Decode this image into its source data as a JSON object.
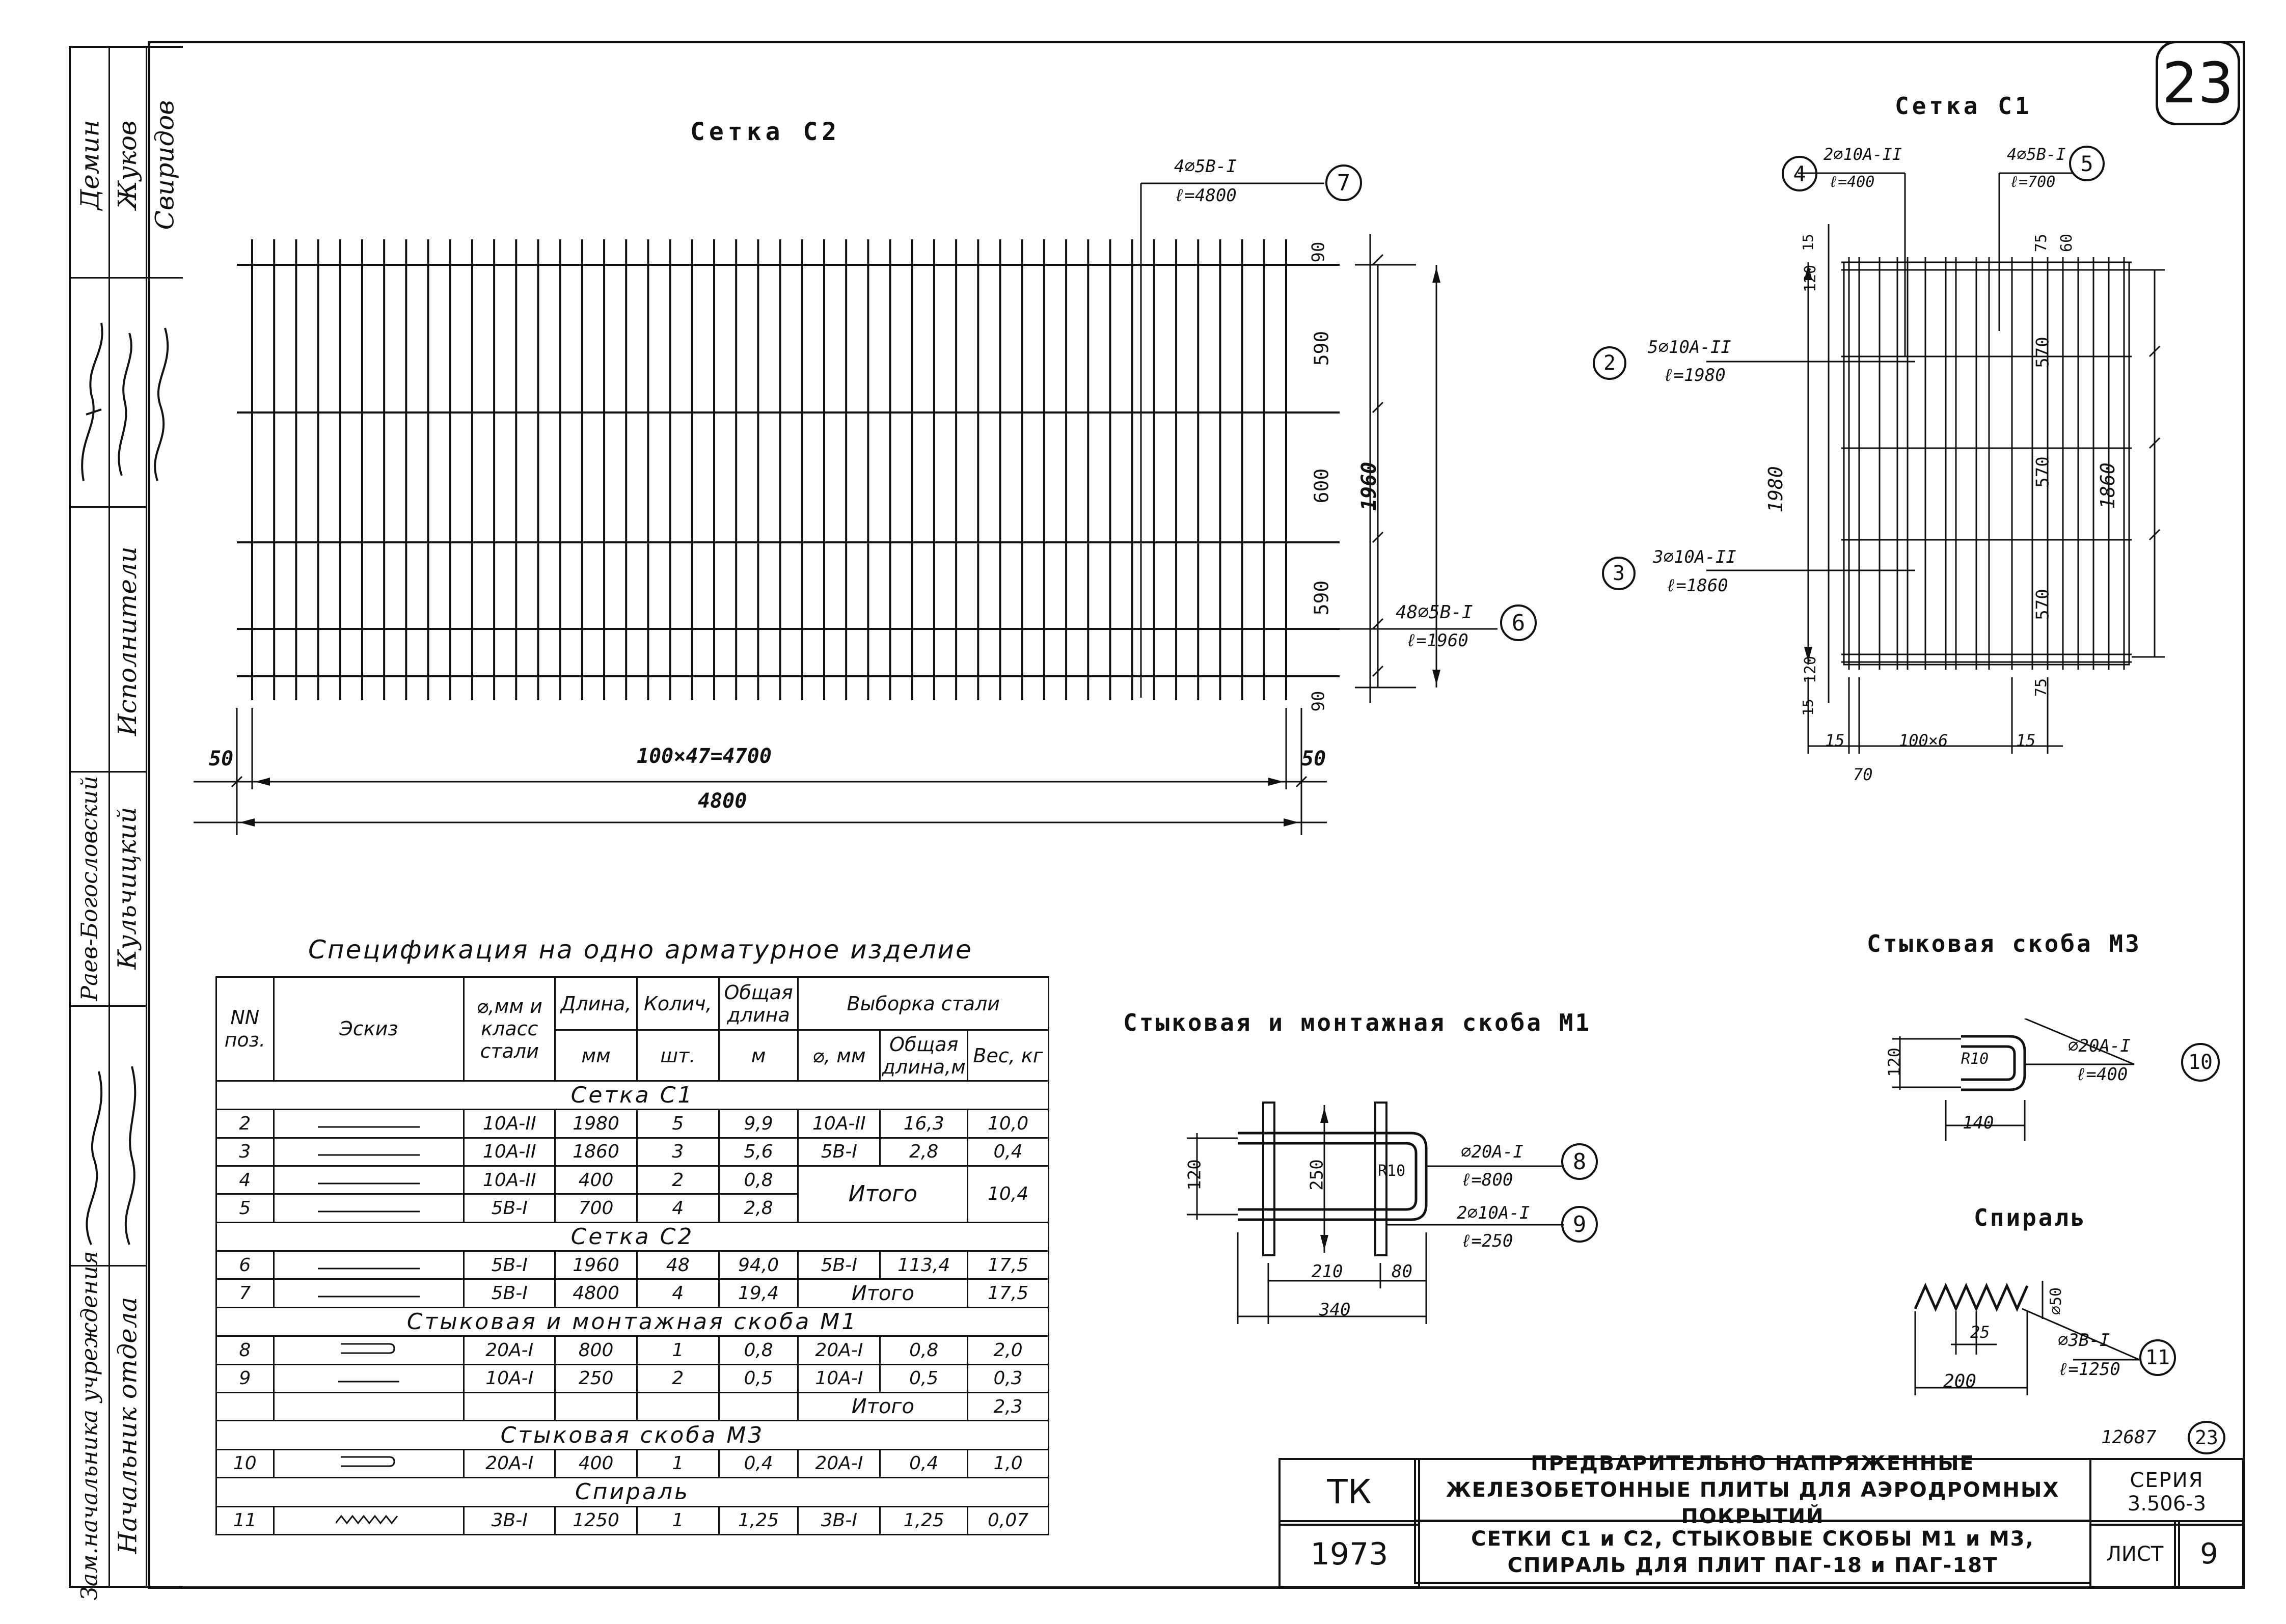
{
  "sheet_badge": "23",
  "side_stamp": {
    "names": [
      "Демин",
      "Жуков",
      "Свиридов"
    ],
    "roles": [
      "Исполнители",
      "Раев-Богословский",
      "Кульчицкий"
    ],
    "titles": [
      "Зам.начальника учреждения",
      "Начальник отдела"
    ]
  },
  "setka_c2": {
    "title": "Сетка С2",
    "callout7": {
      "num": "7",
      "l1": "4⌀5В-I",
      "l2": "ℓ=4800"
    },
    "callout6": {
      "num": "6",
      "l1": "48⌀5В-I",
      "l2": "ℓ=1960"
    },
    "dim_90_top": "90",
    "dim_590_a": "590",
    "dim_600": "600",
    "dim_590_b": "590",
    "dim_90_bottom": "90",
    "dim_1960": "1960",
    "dim_50_left": "50",
    "dim_50_right": "50",
    "dim_4700": "100×47=4700",
    "dim_4800": "4800",
    "wire_count": 48
  },
  "setka_c1": {
    "title": "Сетка С1",
    "callout4": {
      "num": "4",
      "l1": "2⌀10А-II",
      "l2": "ℓ=400"
    },
    "callout5": {
      "num": "5",
      "l1": "4⌀5В-I",
      "l2": "ℓ=700"
    },
    "callout2": {
      "num": "2",
      "l1": "5⌀10А-II",
      "l2": "ℓ=1980"
    },
    "callout3": {
      "num": "3",
      "l1": "3⌀10А-II",
      "l2": "ℓ=1860"
    },
    "dim_15_top": "15",
    "dim_120_top": "120",
    "dim_1980": "1980",
    "dim_120_bottom": "120",
    "dim_15_bottom": "15",
    "dim_75_top": "75",
    "dim_60": "60",
    "dim_570_a": "570",
    "dim_570_b": "570",
    "dim_570_c": "570",
    "dim_75_bottom": "75",
    "dim_1860": "1860",
    "dim_15_left": "15",
    "dim_100x6": "100×6",
    "dim_15_right": "15",
    "dim_70": "70"
  },
  "skoba_m1": {
    "title": "Стыковая и монтажная скоба М1",
    "callout8": {
      "num": "8",
      "l1": "⌀20А-I",
      "l2": "ℓ=800"
    },
    "callout9": {
      "num": "9",
      "l1": "2⌀10А-I",
      "l2": "ℓ=250"
    },
    "dim_120": "120",
    "dim_250": "250",
    "dim_r10": "R10",
    "dim_210": "210",
    "dim_80": "80",
    "dim_340": "340"
  },
  "skoba_m3": {
    "title": "Стыковая скоба М3",
    "callout10": {
      "num": "10",
      "l1": "⌀20А-I",
      "l2": "ℓ=400"
    },
    "dim_120": "120",
    "dim_r10": "R10",
    "dim_140": "140"
  },
  "spiral": {
    "title": "Спираль",
    "callout11": {
      "num": "11",
      "l1": "⌀3В-I",
      "l2": "ℓ=1250"
    },
    "dim_50": "⌀50",
    "dim_25": "25",
    "dim_200": "200"
  },
  "spec": {
    "caption": "Спецификация на одно арматурное изделие",
    "headers": {
      "pos": "NN поз.",
      "sketch": "Эскиз",
      "dia": "⌀,мм и класс стали",
      "len": "Длина,",
      "len_unit": "мм",
      "qty": "Колич,",
      "qty_unit": "шт.",
      "total": "Общая длина",
      "total_unit": "м",
      "sample": "Выборка стали",
      "s_dia": "⌀, мм",
      "s_len": "Общая длина,м",
      "s_wt": "Вес, кг"
    },
    "sec_c1": "Сетка С1",
    "sec_c2": "Сетка С2",
    "sec_m1": "Стыковая и монтажная скоба М1",
    "sec_m3": "Стыковая скоба М3",
    "sec_spiral": "Спираль",
    "total_label": "Итого",
    "rows_c1": [
      {
        "pos": "2",
        "dia": "10А-II",
        "len": "1980",
        "qty": "5",
        "total": "9,9"
      },
      {
        "pos": "3",
        "dia": "10А-II",
        "len": "1860",
        "qty": "3",
        "total": "5,6"
      },
      {
        "pos": "4",
        "dia": "10А-II",
        "len": "400",
        "qty": "2",
        "total": "0,8"
      },
      {
        "pos": "5",
        "dia": "5В-I",
        "len": "700",
        "qty": "4",
        "total": "2,8"
      }
    ],
    "sample_c1": [
      {
        "dia": "10А-II",
        "len": "16,3",
        "wt": "10,0"
      },
      {
        "dia": "5В-I",
        "len": "2,8",
        "wt": "0,4"
      }
    ],
    "total_c1": "10,4",
    "rows_c2": [
      {
        "pos": "6",
        "dia": "5В-I",
        "len": "1960",
        "qty": "48",
        "total": "94,0"
      },
      {
        "pos": "7",
        "dia": "5В-I",
        "len": "4800",
        "qty": "4",
        "total": "19,4"
      }
    ],
    "sample_c2": {
      "dia": "5В-I",
      "len": "113,4",
      "wt": "17,5"
    },
    "total_c2": "17,5",
    "rows_m1": [
      {
        "pos": "8",
        "dia": "20А-I",
        "len": "800",
        "qty": "1",
        "total": "0,8",
        "s_dia": "20А-I",
        "s_len": "0,8",
        "s_wt": "2,0"
      },
      {
        "pos": "9",
        "dia": "10А-I",
        "len": "250",
        "qty": "2",
        "total": "0,5",
        "s_dia": "10А-I",
        "s_len": "0,5",
        "s_wt": "0,3"
      }
    ],
    "total_m1": "2,3",
    "row_m3": {
      "pos": "10",
      "dia": "20А-I",
      "len": "400",
      "qty": "1",
      "total": "0,4",
      "s_dia": "20А-I",
      "s_len": "0,4",
      "s_wt": "1,0"
    },
    "row_spiral": {
      "pos": "11",
      "dia": "3В-I",
      "len": "1250",
      "qty": "1",
      "total": "1,25",
      "s_dia": "3В-I",
      "s_len": "1,25",
      "s_wt": "0,07"
    }
  },
  "title_block": {
    "org": "ТК",
    "year": "1973",
    "title1": "ПРЕДВАРИТЕЛЬНО НАПРЯЖЕННЫЕ ЖЕЛЕЗОБЕТОННЫЕ ПЛИТЫ ДЛЯ АЭРОДРОМНЫХ ПОКРЫТИЙ",
    "title2": "СЕТКИ С1 и С2, СТЫКОВЫЕ СКОБЫ М1 и М3, СПИРАЛЬ ДЛЯ ПЛИТ ПАГ-18 и ПАГ-18Т",
    "series_label": "СЕРИЯ",
    "series_value": "3.506-3",
    "sheet_label": "ЛИСТ",
    "sheet_value": "9",
    "archive_no": "12687",
    "archive_sheet": "23"
  }
}
